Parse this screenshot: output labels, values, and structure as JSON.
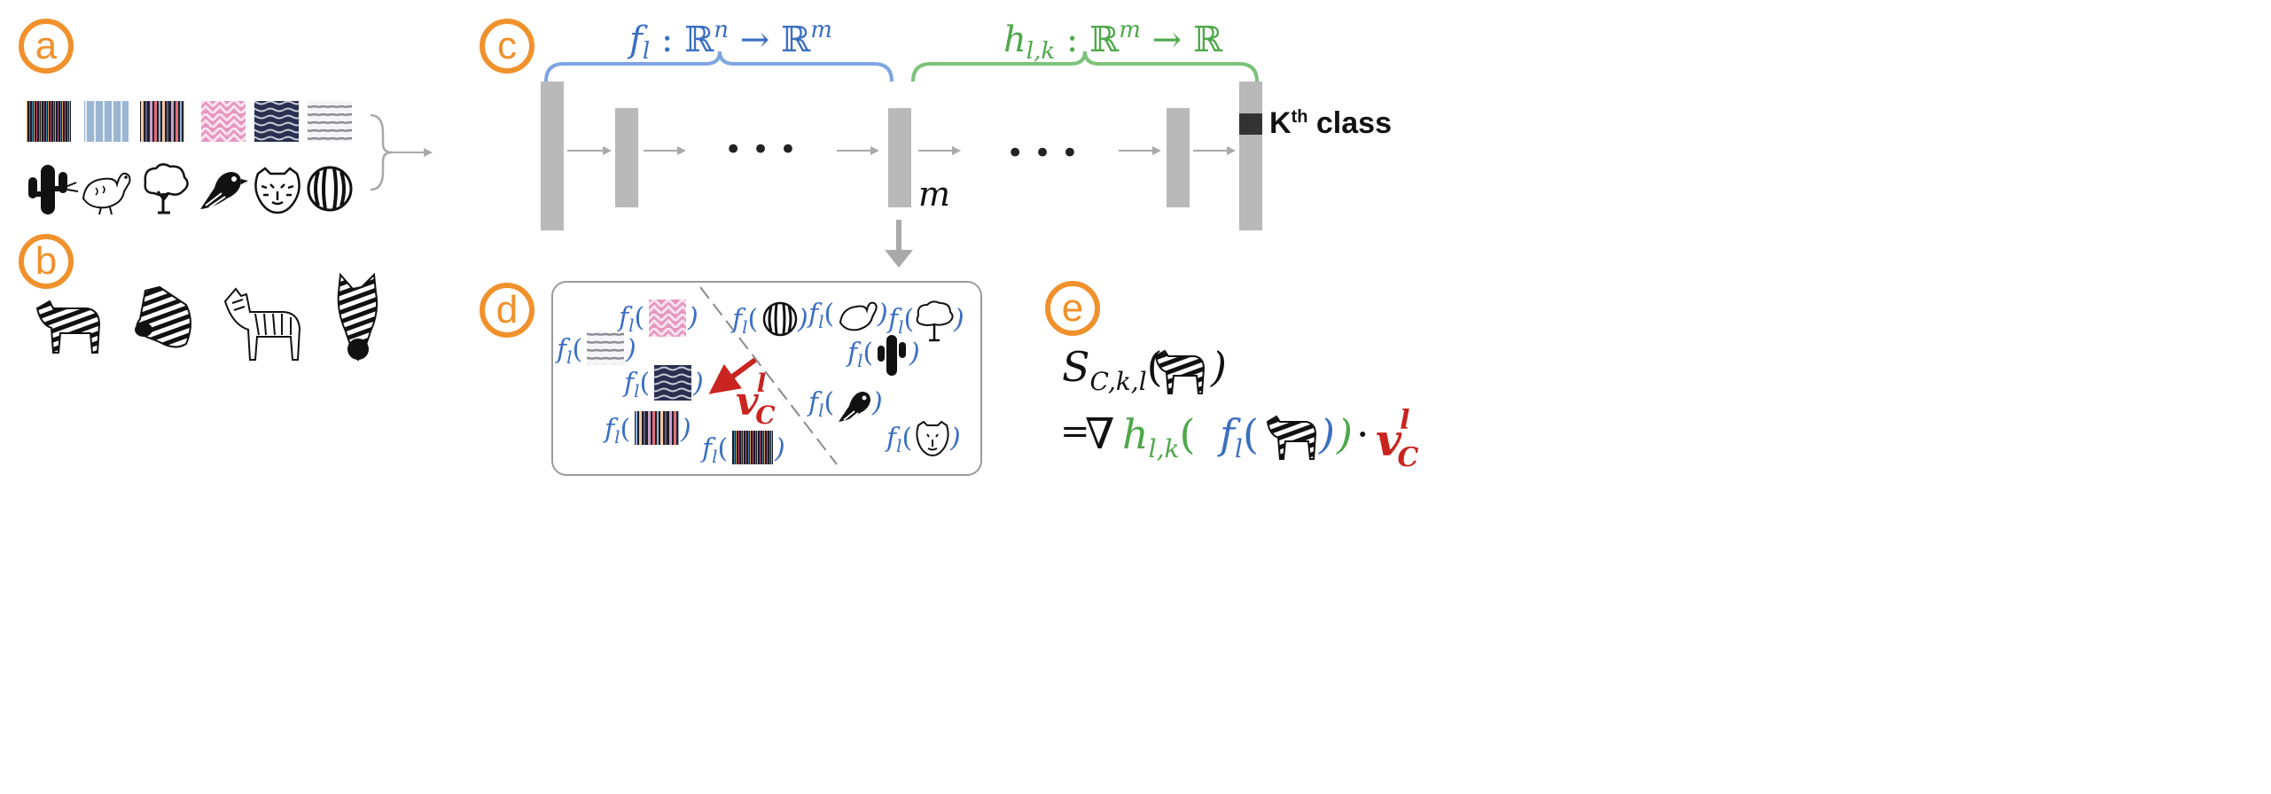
{
  "colors": {
    "orange": "#f0912c",
    "blue": "#3b6fc2",
    "green": "#4fa84a",
    "red": "#c9241f",
    "layer_gray": "#b9b9b9",
    "arrow_gray": "#a9a9a9"
  },
  "panels": {
    "a": {
      "letter": "a"
    },
    "b": {
      "letter": "b"
    },
    "c": {
      "letter": "c"
    },
    "d": {
      "letter": "d"
    },
    "e": {
      "letter": "e"
    }
  },
  "panel_a": {
    "texture_swatches": [
      "dark-vertical-stripes",
      "blue-vertical-stripes",
      "multicolor-stripes",
      "pink-zigzag",
      "navy-wavy-stripes",
      "gray-horizontal-stripes"
    ],
    "icons": [
      "cactus-icon",
      "dodo-icon",
      "tree-icon",
      "bird-icon",
      "tiger-icon",
      "watermelon-icon"
    ]
  },
  "panel_b": {
    "icons": [
      "zebra-side-icon",
      "zebra-head-icon",
      "zebra-outline-icon",
      "zebra-front-icon"
    ]
  },
  "panel_c": {
    "f_label_fn": "f",
    "f_label_sub": "l",
    "f_label_rest": " : ℝ",
    "f_label_n": "n",
    "f_label_arrow": " → ℝ",
    "f_label_m": "m",
    "h_label_fn": "h",
    "h_label_sub": "l,k",
    "h_label_rest": " : ℝ",
    "h_label_m": "m",
    "h_label_arrow": " → ℝ",
    "ellipsis": "• • •",
    "layer_m_label": "m",
    "kth_class_K": "K",
    "kth_class_th": "th",
    "kth_class_rest": " class"
  },
  "panel_d": {
    "f_prefix": "f",
    "f_sub": "l",
    "open_paren": "(",
    "close_paren": ")",
    "concept_vector": "v",
    "concept_sup": "l",
    "concept_sub": "C",
    "concept_items": [
      "pink-zigzag",
      "gray-horizontal-stripes",
      "navy-wavy-stripes",
      "multicolor-stripes",
      "dark-vertical-stripes"
    ],
    "random_items": [
      "watermelon-icon",
      "dodo-icon",
      "tree-icon",
      "cactus-icon",
      "bird-icon",
      "tiger-icon"
    ]
  },
  "panel_e": {
    "S": "S",
    "S_sub": "C,k,l",
    "open_paren": "(",
    "close_paren": ")",
    "equals": "=",
    "nabla": "∇",
    "h": "h",
    "h_sub": "l,k",
    "f": "f",
    "f_sub": "l",
    "dot": "·",
    "v": "v",
    "v_sup": "l",
    "v_sub": "C"
  }
}
